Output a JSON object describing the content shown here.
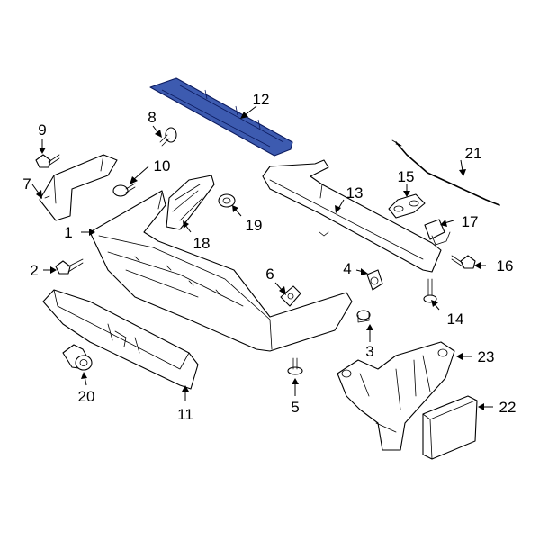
{
  "diagram": {
    "callouts": [
      "1",
      "2",
      "3",
      "4",
      "5",
      "6",
      "7",
      "8",
      "9",
      "10",
      "11",
      "12",
      "13",
      "14",
      "15",
      "16",
      "17",
      "18",
      "19",
      "20",
      "21",
      "22",
      "23"
    ],
    "highlight_color": "#3d5bb0",
    "highlighted_part": "12"
  }
}
